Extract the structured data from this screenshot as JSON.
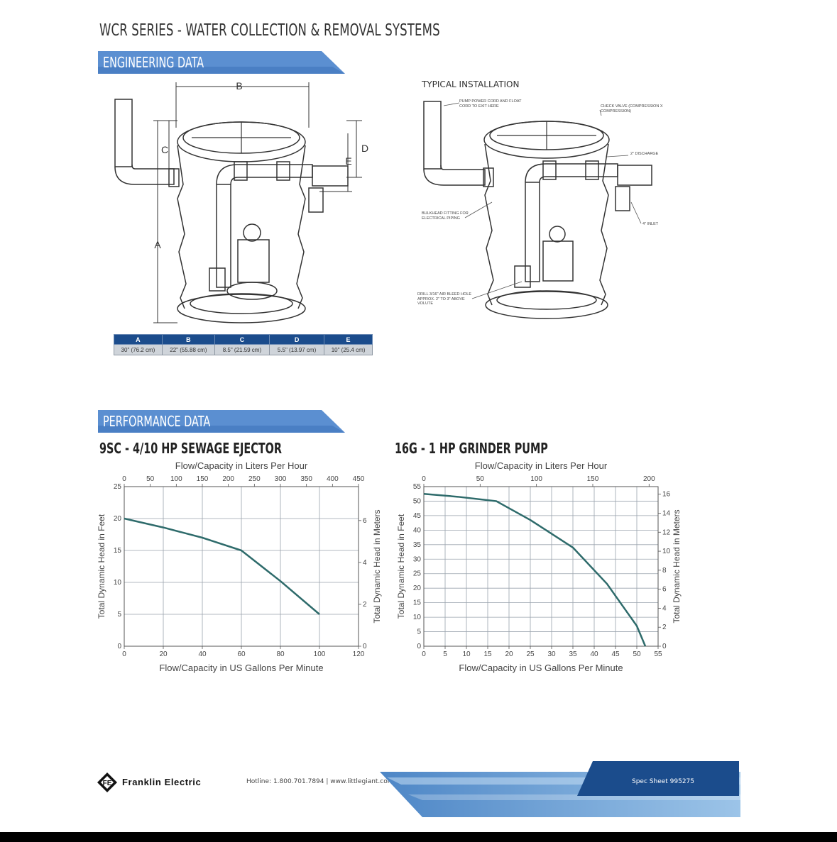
{
  "document": {
    "title": "WCR SERIES - WATER COLLECTION & REMOVAL SYSTEMS",
    "engineering_banner": "ENGINEERING DATA",
    "performance_banner": "PERFORMANCE DATA",
    "typical_installation": "TYPICAL INSTALLATION",
    "banner_color": "#5b8fd1"
  },
  "dimension_labels": [
    "A",
    "B",
    "C",
    "D",
    "E"
  ],
  "dimension_table": {
    "headers": [
      "A",
      "B",
      "C",
      "D",
      "E"
    ],
    "values": [
      "30\" (76.2 cm)",
      "22\" (55.88 cm)",
      "8.5\" (21.59 cm)",
      "5.5\" (13.97 cm)",
      "10\" (25.4 cm)"
    ]
  },
  "installation_callouts": {
    "pump_power": "PUMP POWER CORD AND FLOAT CORD TO EXIT HERE",
    "check_valve": "CHECK VALVE (COMPRESSION X COMPRESSION)",
    "discharge": "2\" DISCHARGE",
    "bulkhead": "BULKHEAD FITTING FOR ELECTRICAL PIPING",
    "inlet": "4\" INLET",
    "drill": "DRILL 3/16\" AIR BLEED HOLE APPROX. 2\" TO 3\" ABOVE VOLUTE"
  },
  "chart_data": [
    {
      "type": "line",
      "title": "9SC - 4/10 HP SEWAGE EJECTOR",
      "xlabel": "Flow/Capacity in US Gallons Per Minute",
      "x2label": "Flow/Capacity in Liters Per Hour",
      "ylabel": "Total Dynamic Head in Feet",
      "y2label": "Total Dynamic Head in Meters",
      "xlim": [
        0,
        120
      ],
      "x_ticks": [
        0,
        20,
        40,
        60,
        80,
        100,
        120
      ],
      "x2lim": [
        0,
        450
      ],
      "x2_ticks": [
        0,
        50,
        100,
        150,
        200,
        250,
        300,
        350,
        400,
        450
      ],
      "ylim": [
        0,
        25
      ],
      "y_ticks": [
        0,
        5,
        10,
        15,
        20,
        25
      ],
      "y2lim": [
        0,
        7.62
      ],
      "y2_ticks": [
        0,
        2,
        4,
        6
      ],
      "grid": true,
      "line_color": "#2e6b6b",
      "series": [
        {
          "x": [
            0,
            20,
            40,
            60,
            80,
            100
          ],
          "y": [
            20,
            18.6,
            17,
            15,
            10.2,
            5
          ]
        }
      ]
    },
    {
      "type": "line",
      "title": "16G - 1 HP GRINDER PUMP",
      "xlabel": "Flow/Capacity in US Gallons Per Minute",
      "x2label": "Flow/Capacity in Liters Per Hour",
      "ylabel": "Total Dynamic Head in Feet",
      "y2label": "Total Dynamic Head in Meters",
      "xlim": [
        0,
        55
      ],
      "x_ticks": [
        0,
        5,
        10,
        15,
        20,
        25,
        30,
        35,
        40,
        45,
        50,
        55
      ],
      "x2lim": [
        0,
        208
      ],
      "x2_ticks": [
        0,
        50,
        100,
        150,
        200
      ],
      "ylim": [
        0,
        55
      ],
      "y_ticks": [
        0,
        5,
        10,
        15,
        20,
        25,
        30,
        35,
        40,
        45,
        50,
        55
      ],
      "y2lim": [
        0,
        16.8
      ],
      "y2_ticks": [
        0,
        2,
        4,
        6,
        8,
        10,
        12,
        14,
        16
      ],
      "grid": true,
      "line_color": "#2e6b6b",
      "series": [
        {
          "x": [
            0,
            8,
            17,
            25,
            35,
            43,
            50,
            52
          ],
          "y": [
            52.5,
            51.5,
            50,
            43.5,
            34,
            21.5,
            7,
            0
          ]
        }
      ]
    }
  ],
  "footer": {
    "brand": "Franklin Electric",
    "contact": "Hotline: 1.800.701.7894  |  www.littlegiant.com",
    "spec_sheet": "Spec Sheet 995275"
  }
}
